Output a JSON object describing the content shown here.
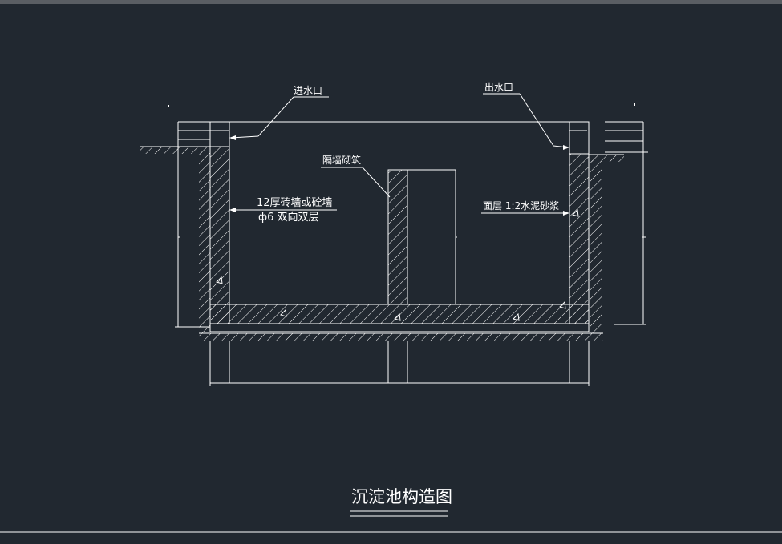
{
  "drawing": {
    "title": "沉淀池构造图",
    "labels": {
      "inlet": "进水口",
      "outlet": "出水口",
      "partition": "隔墙砌筑",
      "wall_line1": "12厚砖墙或砼墙",
      "wall_line2": "ф6 双向双层",
      "finish": "面层 1:2水泥砂浆"
    }
  },
  "colors": {
    "background": "#212830",
    "line": "#ffffff",
    "topbar": "#5a5e63"
  }
}
